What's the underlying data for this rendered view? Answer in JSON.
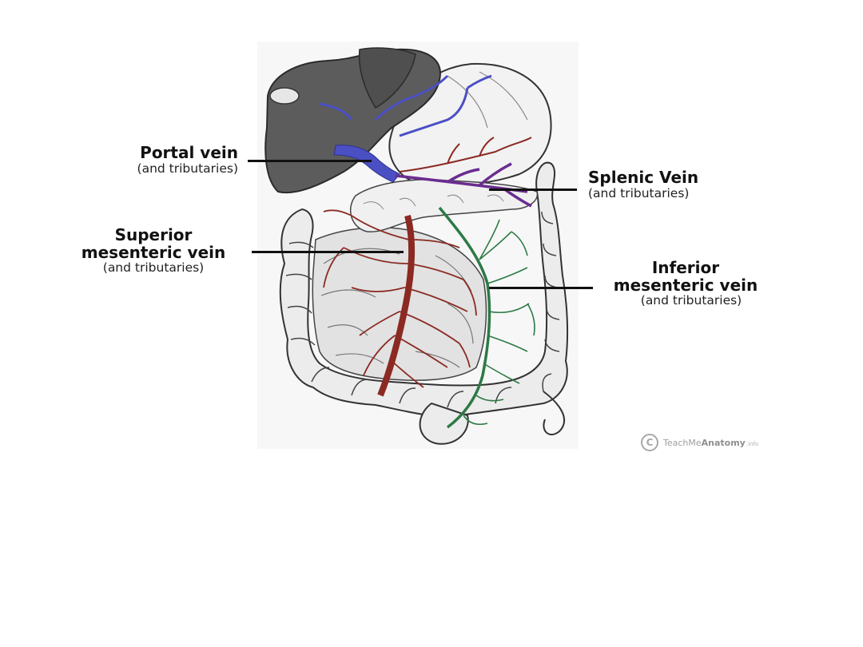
{
  "labels": {
    "portal": {
      "name": "Portal vein",
      "sub": "(and tributaries)"
    },
    "splenic": {
      "name": "Splenic Vein",
      "sub": "(and tributaries)"
    },
    "superior": {
      "name_line1": "Superior",
      "name_line2": "mesenteric vein",
      "sub": "(and tributaries)"
    },
    "inferior": {
      "name_line1": "Inferior",
      "name_line2": "mesenteric vein",
      "sub": "(and tributaries)"
    }
  },
  "credit": {
    "light": "TeachMe",
    "bold": "Anatomy",
    "tld": ".info"
  },
  "colors": {
    "portal_vein": "#4a4fc4",
    "splenic_vein": "#6a2c91",
    "superior_mesenteric": "#8b2a23",
    "inferior_mesenteric": "#2d7a46",
    "liver": "#5c5c5c"
  }
}
